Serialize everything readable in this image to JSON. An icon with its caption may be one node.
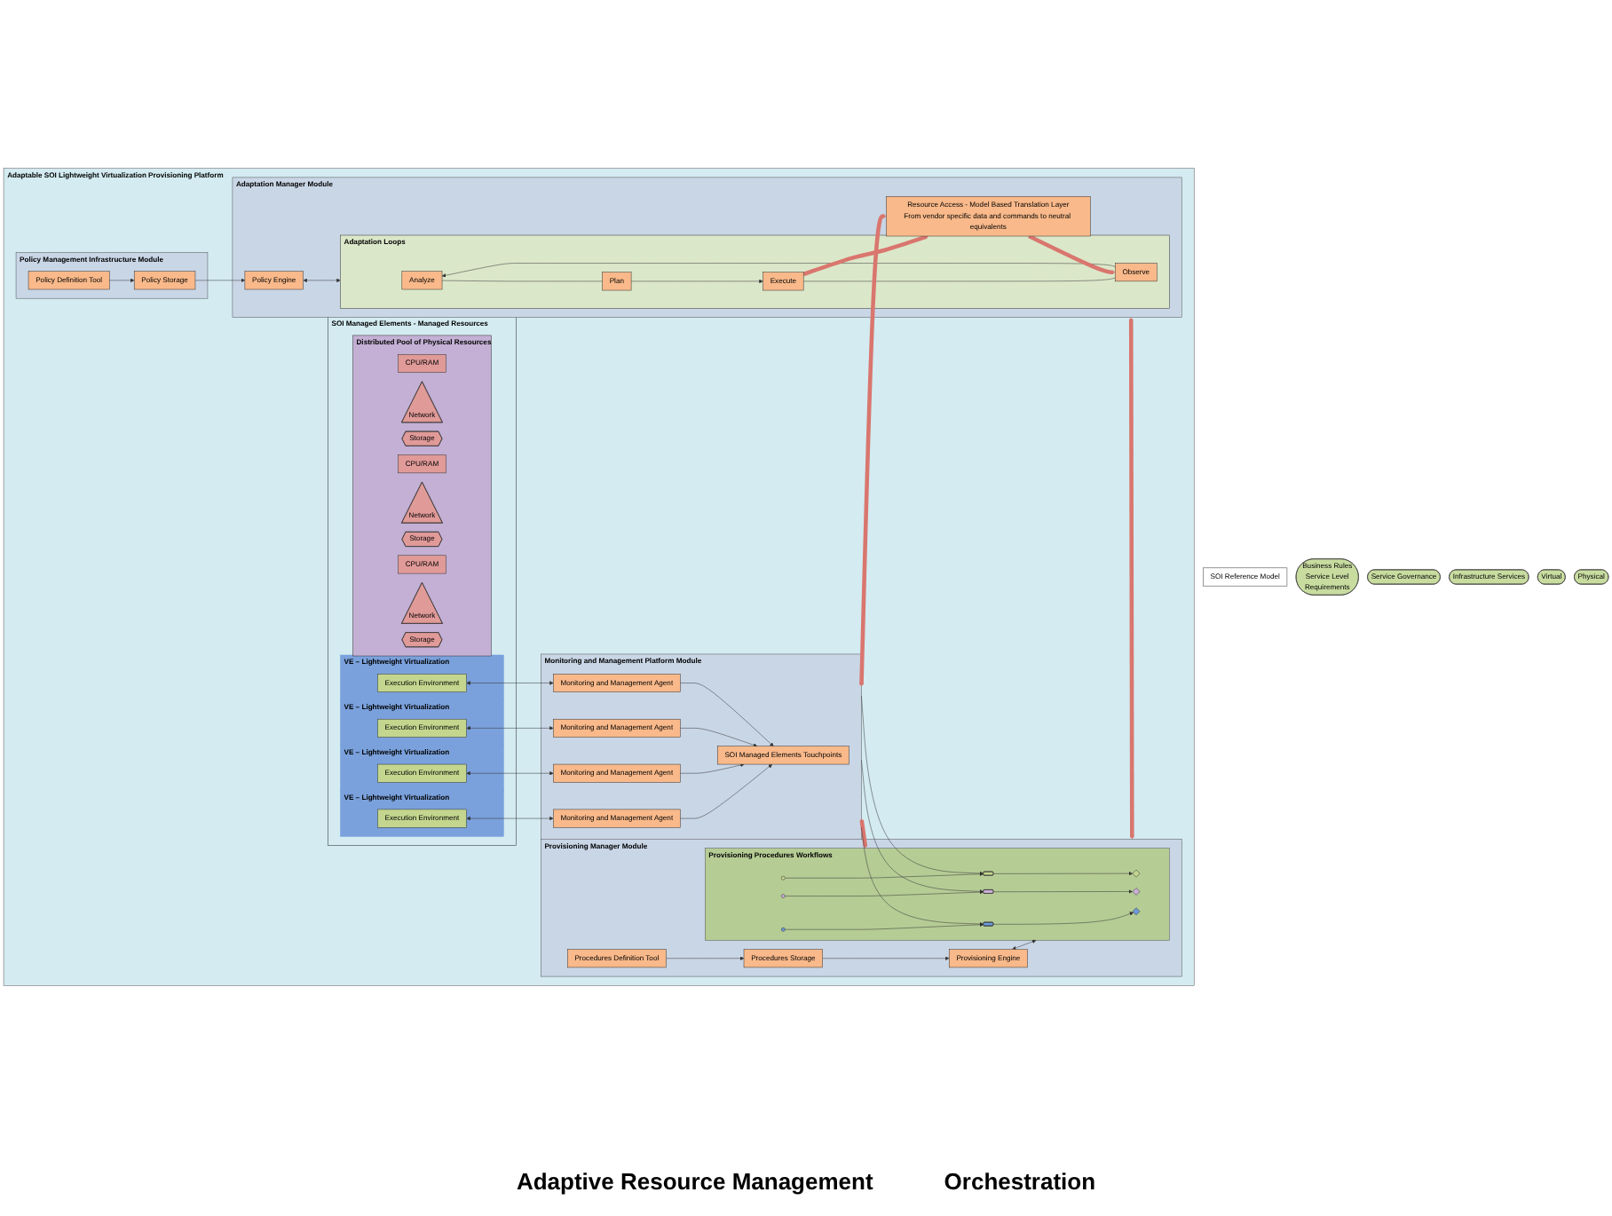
{
  "diagram": {
    "nodes": [
      {
        "text": [
          "Adaptable SOI Lightweight Virtualization Provisioning Platform"
        ]
      },
      {
        "text": [
          "Policy Management Infrastructure Module"
        ],
        "in": 0
      },
      {
        "text": [
          "Policy Storage"
        ],
        "in": 1
      },
      {
        "text": [
          "Policy Definition Tool"
        ],
        "in": 1
      },
      {
        "text": [
          "Provisioning Manager Module"
        ],
        "in": 0
      },
      {
        "text": [
          "Procedures Definition Tool"
        ],
        "in": 4
      },
      {
        "text": [
          "Procedures Storage"
        ],
        "in": 4
      },
      {
        "text": [
          "Adaptation Manager Module"
        ],
        "in": 0
      },
      {
        "text": [
          "Policy Engine"
        ],
        "in": 7
      },
      {
        "text": [
          "Adaptation Loops"
        ],
        "in": 7
      },
      {
        "text": [
          "Analyze"
        ],
        "in": 9
      },
      {
        "text": [
          "Plan"
        ],
        "in": 9
      },
      {
        "text": [
          "Observe"
        ],
        "in": 9
      },
      {
        "text": [
          "Execute"
        ],
        "in": 9
      },
      {
        "text": [
          "Resource Access - Model Based Translation Layer",
          "From vendor specific data and commands to neutral equivalents"
        ],
        "in": 7
      },
      {
        "text": [
          "Provisioning Engine"
        ],
        "in": 4
      },
      {
        "text": [
          "Provisioning Procedures Workflows"
        ],
        "in": 4
      },
      {
        "text": [],
        "shape": "circle",
        "in": 16
      },
      {
        "text": [],
        "shape": "hexagon",
        "in": 16
      },
      {
        "text": [],
        "shape": "diamond",
        "in": 16
      },
      {
        "text": [],
        "shape": "circle",
        "in": 16
      },
      {
        "text": [],
        "shape": "hexagon",
        "in": 16
      },
      {
        "text": [],
        "shape": "diamond",
        "in": 16
      },
      {
        "text": [],
        "shape": "circle",
        "in": 16
      },
      {
        "text": [],
        "shape": "hexagon",
        "in": 16
      },
      {
        "text": [],
        "shape": "diamond",
        "in": 16
      },
      {
        "text": [
          "Monitoring and Management Platform Module"
        ],
        "in": 0
      },
      {
        "text": [
          "SOI Managed Elements Touchpoints"
        ],
        "in": 26
      },
      {
        "text": [
          "Monitoring and Management Agent"
        ],
        "in": 26
      },
      {
        "text": [
          "Monitoring and Management Agent"
        ],
        "in": 26
      },
      {
        "text": [
          "Monitoring and Management Agent"
        ],
        "in": 26
      },
      {
        "text": [
          "Monitoring and Management Agent"
        ],
        "in": 26
      },
      {
        "text": [
          "SOI Managed Elements - Managed Resources"
        ],
        "in": 0
      },
      {
        "text": [
          "VE – Lightweight Virtualization"
        ],
        "in": 32
      },
      {
        "text": [
          "Execution Environment"
        ],
        "in": 33
      },
      {
        "text": [
          "VE – Lightweight Virtualization"
        ],
        "in": 32
      },
      {
        "text": [
          "Execution Environment"
        ],
        "in": 35
      },
      {
        "text": [
          "VE – Lightweight Virtualization"
        ],
        "in": 32
      },
      {
        "text": [
          "Execution Environment"
        ],
        "in": 37
      },
      {
        "text": [
          "VE – Lightweight Virtualization"
        ],
        "in": 32
      },
      {
        "text": [
          "Execution Environment"
        ],
        "in": 39
      },
      {
        "text": [
          "Distributed Pool of Physical Resources"
        ],
        "in": 32
      },
      {
        "text": [
          "CPU/RAM"
        ],
        "in": 41
      },
      {
        "text": [
          "Network"
        ],
        "in": 41
      },
      {
        "text": [
          "Storage"
        ],
        "in": 41
      },
      {
        "text": [
          "CPU/RAM"
        ],
        "in": 41
      },
      {
        "text": [
          "Network"
        ],
        "in": 41
      },
      {
        "text": [
          "Storage"
        ],
        "in": 41
      },
      {
        "text": [
          "CPU/RAM"
        ],
        "in": 41
      },
      {
        "text": [
          "Network"
        ],
        "in": 41
      },
      {
        "text": [
          "Storage"
        ],
        "in": 41
      },
      {
        "text": [
          "SOI Reference Model"
        ]
      },
      {
        "text": [
          "Business Rules",
          "Service Level",
          "Requirements"
        ]
      },
      {
        "text": [
          "Service Governance"
        ]
      },
      {
        "text": [
          "Infrastructure Services"
        ]
      },
      {
        "text": [
          "Virtual"
        ]
      },
      {
        "text": [
          "Physical"
        ]
      }
    ],
    "edges": [
      {
        "from": 3,
        "to": 2,
        "arrow": "to"
      },
      {
        "from": 2,
        "to": 8,
        "arrow": "to"
      },
      {
        "from": 5,
        "to": 6,
        "arrow": "to"
      },
      {
        "from": 6,
        "to": 15,
        "arrow": "to"
      },
      {
        "from": 8,
        "to": 9,
        "arrow": "both"
      },
      {
        "from": 15,
        "to": 16,
        "arrow": "both"
      },
      {
        "from": 12,
        "to": 10,
        "arrow": "to"
      },
      {
        "from": 10,
        "to": 11,
        "arrow": "none"
      },
      {
        "from": 11,
        "to": 13,
        "arrow": "to"
      },
      {
        "from": 13,
        "to": 12,
        "arrow": "none"
      },
      {
        "from": 14,
        "to": 12,
        "arrow": "to",
        "style": "thick",
        "color": "#d9766e"
      },
      {
        "from": 13,
        "to": 14,
        "arrow": "to",
        "style": "thick",
        "color": "#d9766e"
      },
      {
        "from": 7,
        "to": 4,
        "arrow": "both",
        "style": "thick",
        "color": "#d9766e"
      },
      {
        "from": 26,
        "to": 14,
        "arrow": "both",
        "style": "thick",
        "color": "#d9766e"
      },
      {
        "from": 26,
        "to": 16,
        "arrow": "both",
        "style": "thick",
        "color": "#d9766e"
      },
      {
        "from": 17,
        "to": 18,
        "arrow": "to"
      },
      {
        "from": 18,
        "to": 19,
        "arrow": "to"
      },
      {
        "from": 20,
        "to": 21,
        "arrow": "to"
      },
      {
        "from": 21,
        "to": 22,
        "arrow": "to"
      },
      {
        "from": 23,
        "to": 24,
        "arrow": "to"
      },
      {
        "from": 24,
        "to": 25,
        "arrow": "to"
      },
      {
        "from": 26,
        "to": 18,
        "arrow": "to"
      },
      {
        "from": 26,
        "to": 21,
        "arrow": "to"
      },
      {
        "from": 26,
        "to": 24,
        "arrow": "to"
      },
      {
        "from": 28,
        "to": 27,
        "arrow": "to"
      },
      {
        "from": 29,
        "to": 27,
        "arrow": "to"
      },
      {
        "from": 30,
        "to": 27,
        "arrow": "to"
      },
      {
        "from": 31,
        "to": 27,
        "arrow": "to"
      },
      {
        "from": 34,
        "to": 28,
        "arrow": "both"
      },
      {
        "from": 36,
        "to": 29,
        "arrow": "both"
      },
      {
        "from": 38,
        "to": 30,
        "arrow": "both"
      },
      {
        "from": 40,
        "to": 31,
        "arrow": "both"
      }
    ],
    "labels": [
      "Adaptive Resource Management",
      "Orchestration"
    ]
  }
}
